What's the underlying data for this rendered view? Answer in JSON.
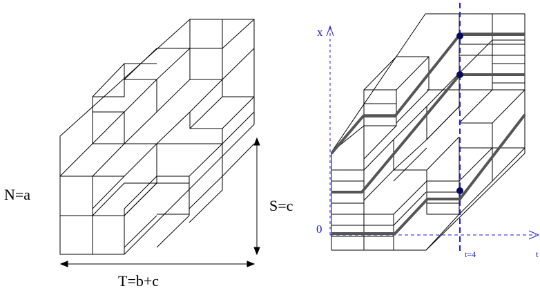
{
  "left_panel": {
    "n_label": "N=a",
    "s_label": "S=c",
    "t_label": "T=b+c"
  },
  "right_panel": {
    "x_axis_label": "x",
    "origin_label": "0",
    "time_marker_label": "t=4",
    "t_axis_end_label": "t"
  },
  "colors": {
    "lines": "#000000",
    "axes": "#1a1adb",
    "paths": "#555555",
    "dots": "#0a0a5a"
  }
}
